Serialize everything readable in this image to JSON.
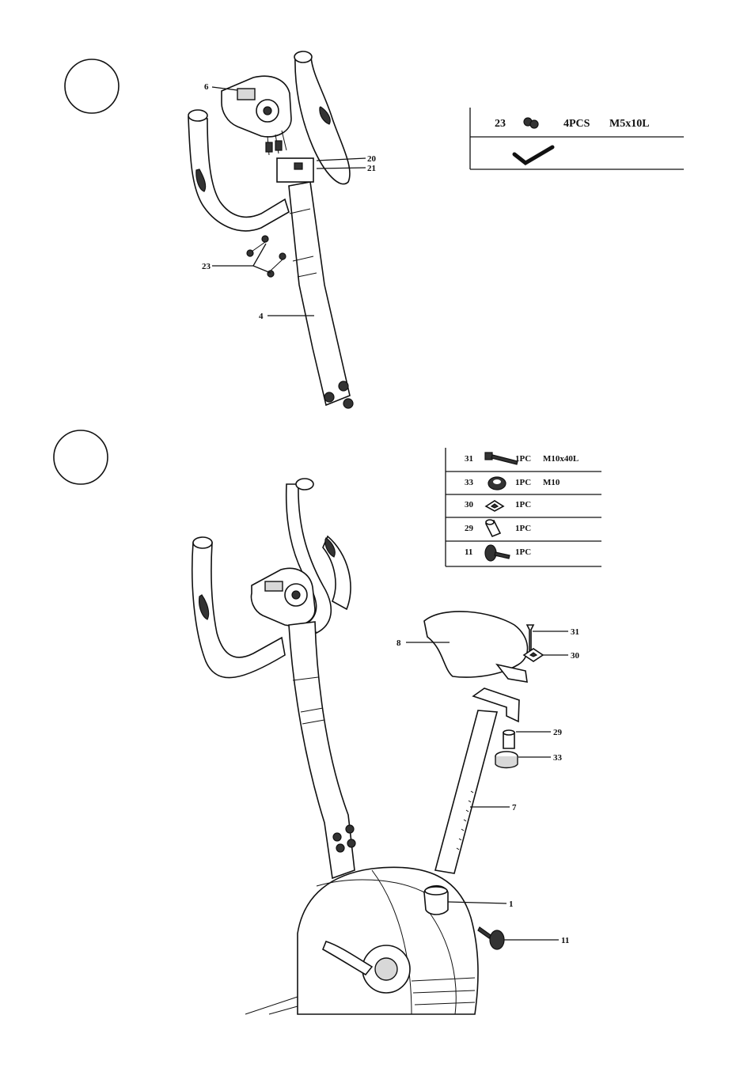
{
  "step1": {
    "labels": {
      "p6": "6",
      "p20": "20",
      "p21": "21",
      "p23": "23",
      "p4": "4"
    },
    "hardware_table": {
      "rows": [
        {
          "part": "23",
          "qty": "4PCS",
          "size": "M5x10L"
        }
      ]
    }
  },
  "step2": {
    "labels": {
      "p8": "8",
      "p31": "31",
      "p30": "30",
      "p29": "29",
      "p33": "33",
      "p7": "7",
      "p1": "1",
      "p11": "11"
    },
    "hardware_table": {
      "rows": [
        {
          "part": "31",
          "qty": "1PC",
          "size": "M10x40L"
        },
        {
          "part": "33",
          "qty": "1PC",
          "size": "M10"
        },
        {
          "part": "30",
          "qty": "1PC",
          "size": ""
        },
        {
          "part": "29",
          "qty": "1PC",
          "size": ""
        },
        {
          "part": "11",
          "qty": "1PC",
          "size": ""
        }
      ]
    }
  },
  "icons": [
    "check-icon",
    "bolt-icon",
    "nut-icon",
    "washer-icon",
    "bushing-icon",
    "knob-icon",
    "screw-icon"
  ]
}
